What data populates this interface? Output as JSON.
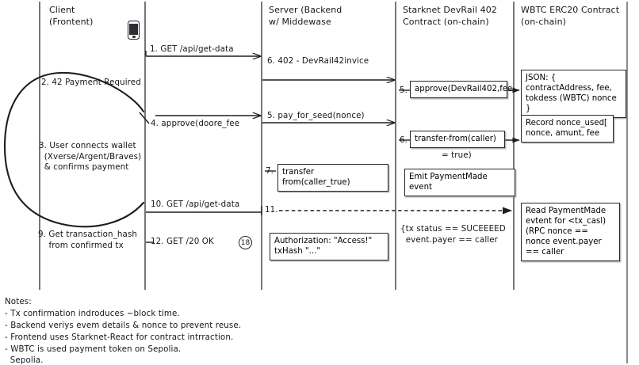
{
  "diagram": {
    "title_kind": "sequence-diagram",
    "lanes": [
      {
        "id": "client",
        "title": "Client\n(Frontent)"
      },
      {
        "id": "server",
        "title": "Server (Backend\nw/ Middewase"
      },
      {
        "id": "devrail",
        "title": "Starknet DevRail 402\nContract (on-chain)"
      },
      {
        "id": "wbtc",
        "title": "WBTC ERC20 Contract\n(on-chain)"
      }
    ],
    "messages": [
      {
        "id": "m1",
        "label": "1. GET /api/get-data"
      },
      {
        "id": "m2",
        "label": "2. 42 Payment Required"
      },
      {
        "id": "m3",
        "label": "3. User connects wallet\n  (Xverse/Argent/Braves)\n  & confirms payment"
      },
      {
        "id": "m4",
        "label": "4. approve(doore_fee"
      },
      {
        "id": "m5a",
        "label": "5. pay_for_seed(nonce)"
      },
      {
        "id": "m5b",
        "label": "5."
      },
      {
        "id": "m6a",
        "label": "6. 402 - DevRail42invice"
      },
      {
        "id": "m6b",
        "label": "6."
      },
      {
        "id": "m7",
        "label": "7."
      },
      {
        "id": "m9",
        "label": "9. Get transaction_hash\n    from confirmed tx"
      },
      {
        "id": "m10",
        "label": "10. GET /api/get-data"
      },
      {
        "id": "m11",
        "label": "11."
      },
      {
        "id": "m12",
        "label": "12. GET /20 OK"
      }
    ],
    "boxes": [
      {
        "id": "b-approve",
        "text": "approve(DevRail402,fee"
      },
      {
        "id": "b-json",
        "text": "JSON: { contractAddress,\nfee, tokdess\n(WBTC) nonce }"
      },
      {
        "id": "b-transferfrom",
        "text": "transfer-from(caller)"
      },
      {
        "id": "b-record",
        "text": "Record nonce_used[\nnonce,\namunt, fee"
      },
      {
        "id": "b-transfer7",
        "text": "transfer from(caller_true)"
      },
      {
        "id": "b-emit",
        "text": "Emit PaymentMade event"
      },
      {
        "id": "b-read",
        "text": "Read PaymentMade\nevtent for <tx_casl)\n(RPC nonce == nonce\nevent.payer == caller"
      },
      {
        "id": "b-auth",
        "text": "Authorization: \"Access!\"\n        txHash \"...\""
      }
    ],
    "annotations": [
      {
        "id": "a-eqtrue",
        "text": "= true)"
      },
      {
        "id": "a-txstat",
        "text": "{tx status == SUCEEEED\n  event.payer == caller"
      },
      {
        "id": "a-badge18",
        "text": "18"
      }
    ],
    "notes": {
      "heading": "Notes:",
      "items": [
        "- Tx confirmation indroduces ~block time.",
        "- Backend veriys evem details & nonce to prevent reuse.",
        "- Frontend uses Starknet-React for contract intrraction.",
        "- WBTC is used payment token on Sepolia.",
        "  Sepolia."
      ]
    },
    "icons": {
      "mobile_device": "mobile-phone-icon"
    },
    "colors": {
      "ink": "#15171a",
      "line": "#24272b",
      "lifeline": "#5c6167",
      "background": "#ffffff"
    }
  }
}
